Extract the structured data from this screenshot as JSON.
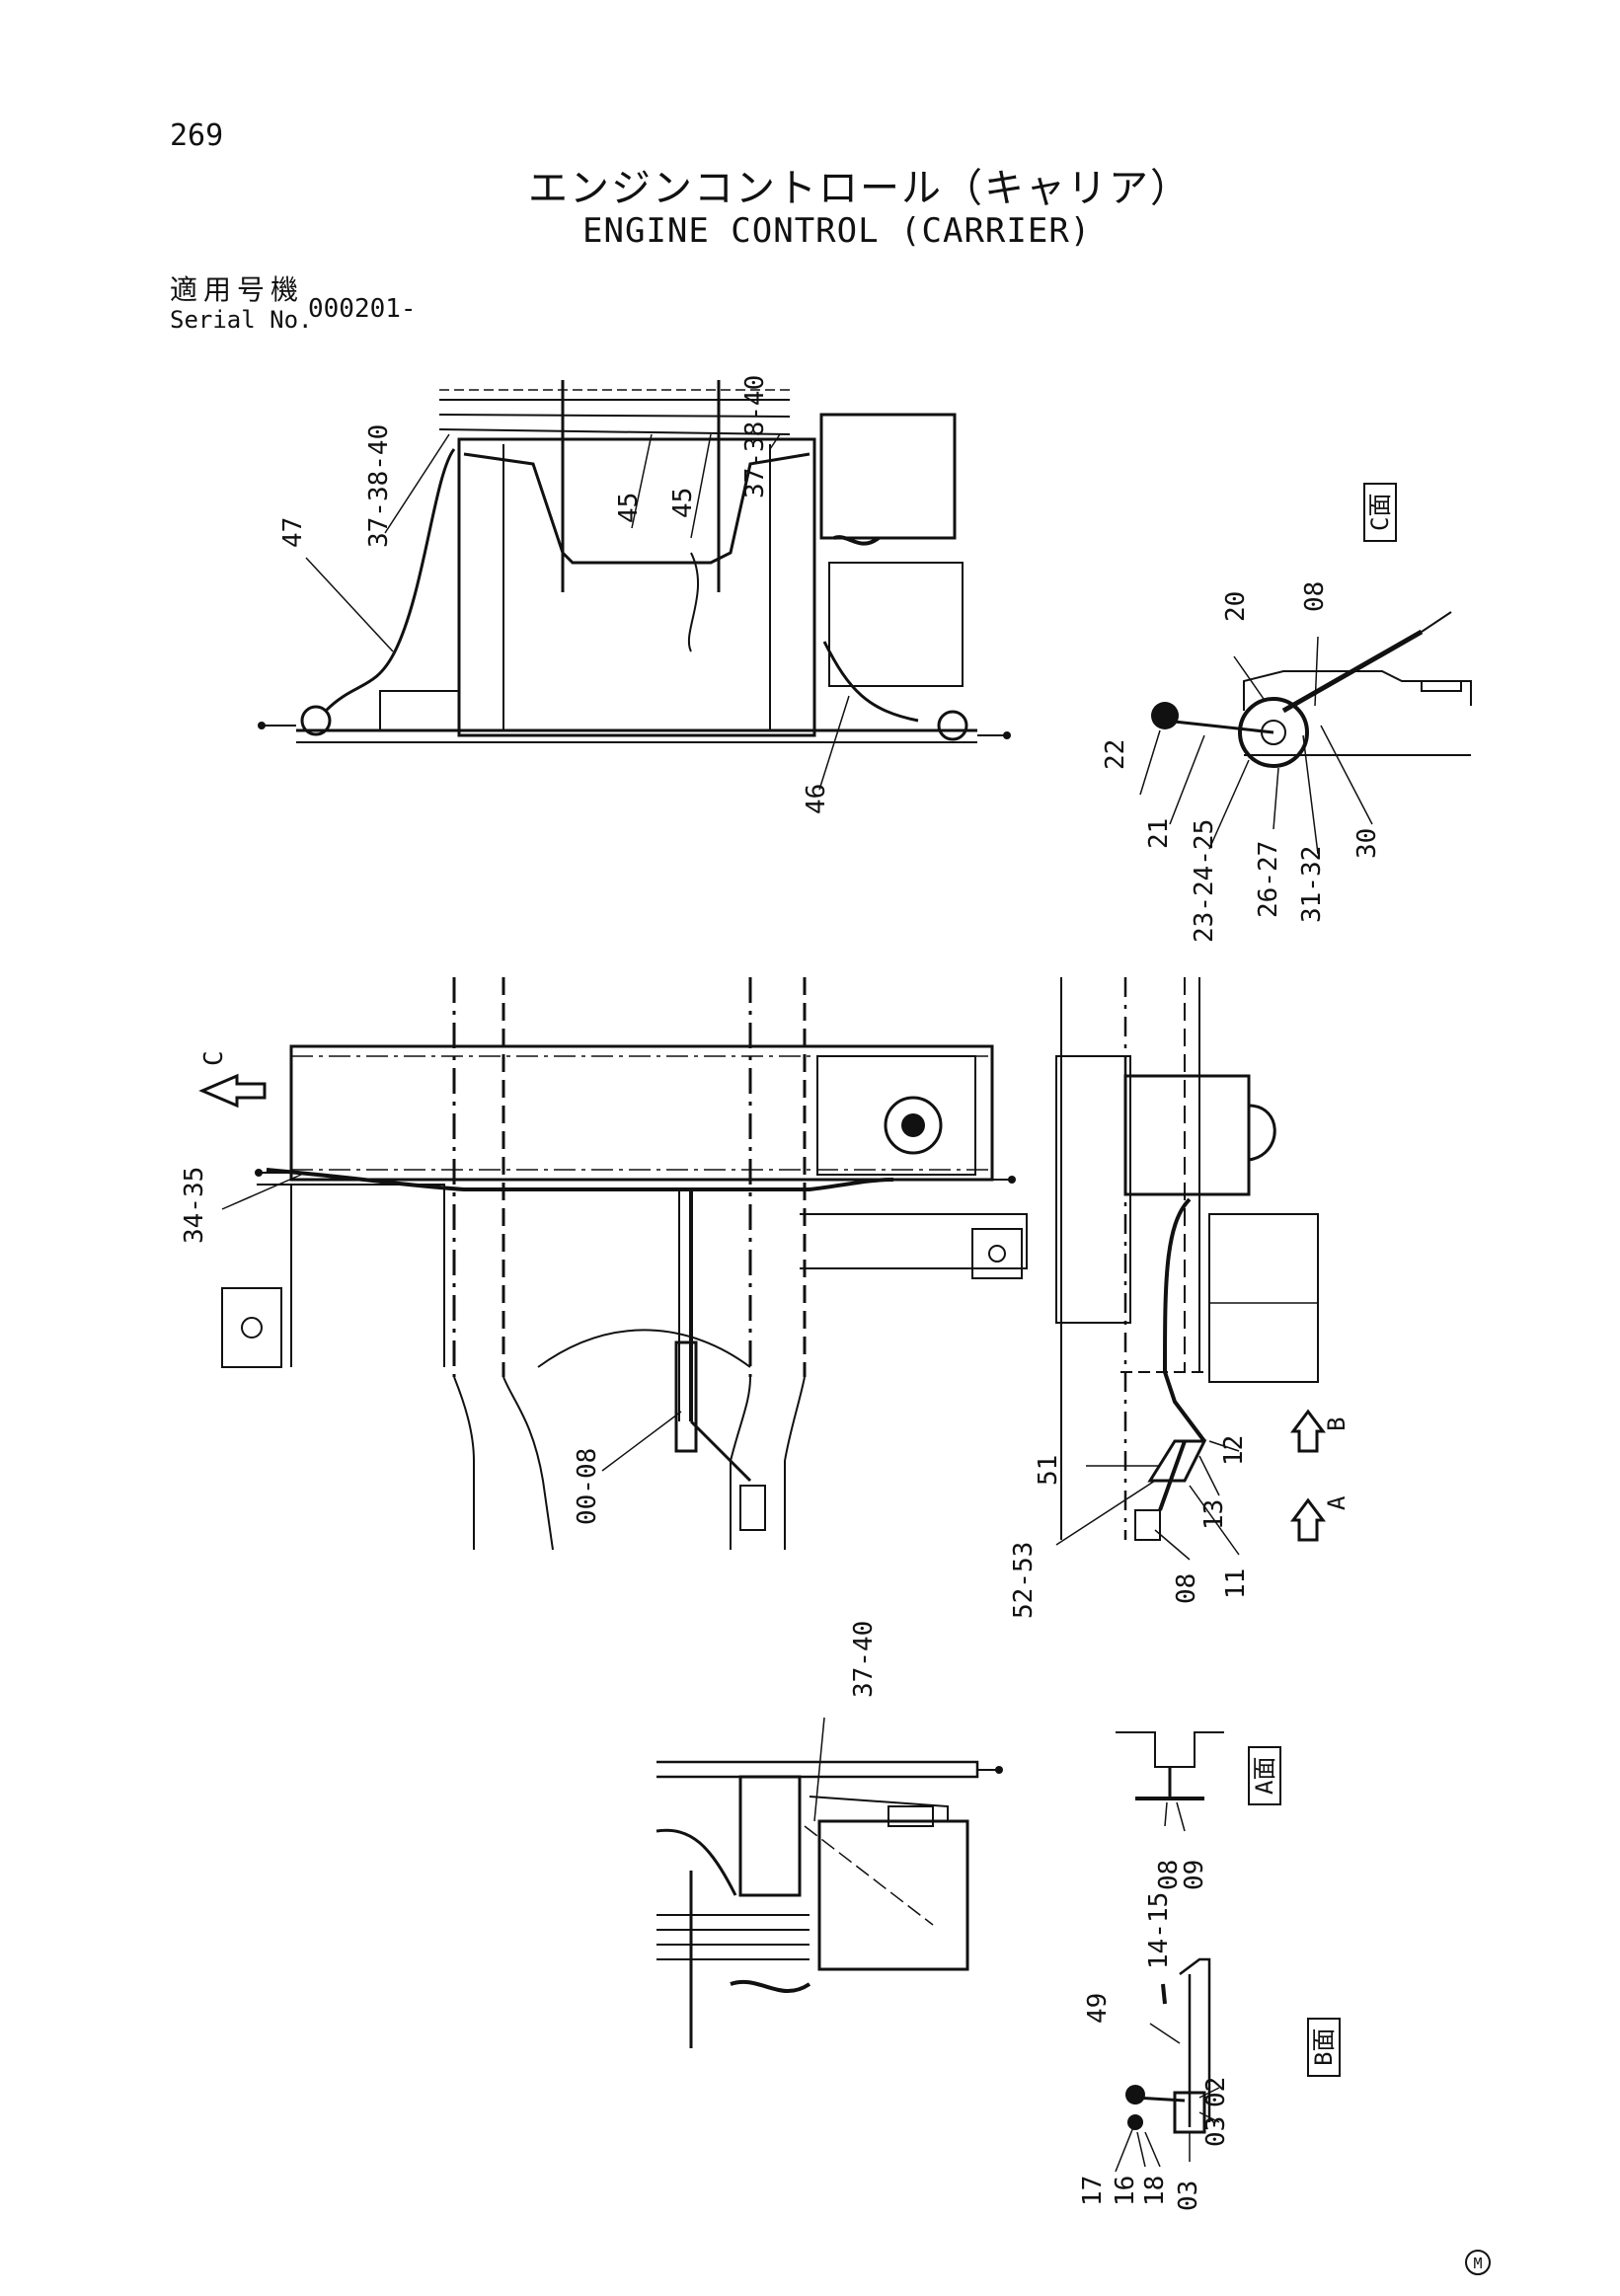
{
  "header": {
    "page_number": "269",
    "title_jp": "エンジンコントロール（キャリア）",
    "title_en": "ENGINE CONTROL (CARRIER)",
    "serial_label_jp": "適用号機",
    "serial_label_en": "Serial No.",
    "serial_value": "000201-"
  },
  "views": {
    "c": "C面",
    "a": "A面",
    "b": "B面",
    "arrow_c": "C",
    "arrow_b": "B",
    "arrow_a": "A"
  },
  "callouts": {
    "top_view": [
      "47",
      "37-38-40",
      "45",
      "45",
      "37-38-40",
      "46"
    ],
    "view_c": [
      "20",
      "08",
      "22",
      "21",
      "23-24-25",
      "26-27",
      "31-32",
      "30"
    ],
    "plan_view": [
      "34-35",
      "00-08"
    ],
    "side_view": [
      "51",
      "52-53",
      "08",
      "11",
      "13",
      "12"
    ],
    "bottom_view": [
      "37-40"
    ],
    "view_a": [
      "08",
      "09"
    ],
    "view_b": [
      "14-15",
      "49",
      "02",
      "03",
      "03",
      "17",
      "16",
      "18"
    ]
  },
  "footer": {
    "mark": "M"
  }
}
